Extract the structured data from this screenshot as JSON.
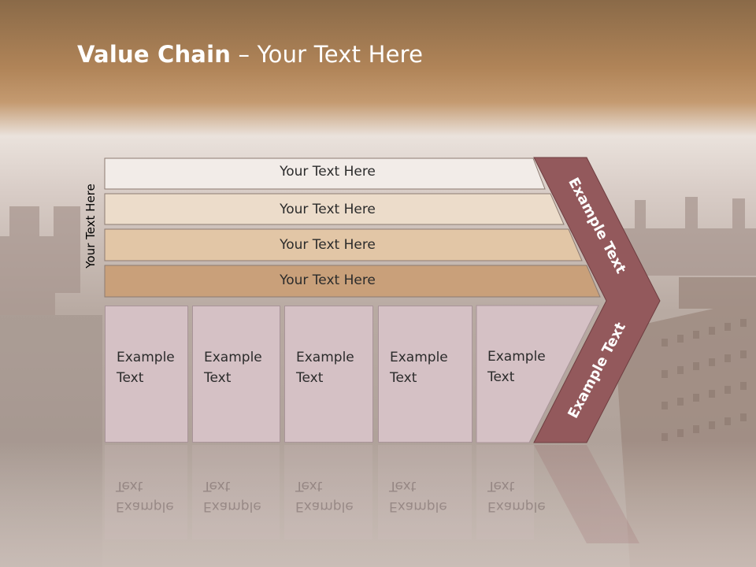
{
  "slide": {
    "title_bold": "Value Chain",
    "title_rest": " – Your Text Here",
    "vertical_label": "Your Text Here",
    "bars": [
      {
        "label": "Your Text Here"
      },
      {
        "label": "Your Text Here"
      },
      {
        "label": "Your Text Here"
      },
      {
        "label": "Your Text Here"
      }
    ],
    "cards": [
      {
        "line1": "Example",
        "line2": "Text"
      },
      {
        "line1": "Example",
        "line2": "Text"
      },
      {
        "line1": "Example",
        "line2": "Text"
      },
      {
        "line1": "Example",
        "line2": "Text"
      },
      {
        "line1": "Example",
        "line2": "Text"
      }
    ],
    "arrow_upper_text": "Example Text",
    "arrow_lower_text": "Example Text",
    "colors": {
      "header_band": "#a77e52",
      "bar_1": "#f2ece8",
      "bar_2": "#ecdcca",
      "bar_3": "#e2c6a6",
      "bar_4": "#c9a07a",
      "card": "#d5c1c5",
      "arrow": "#93595c"
    }
  }
}
